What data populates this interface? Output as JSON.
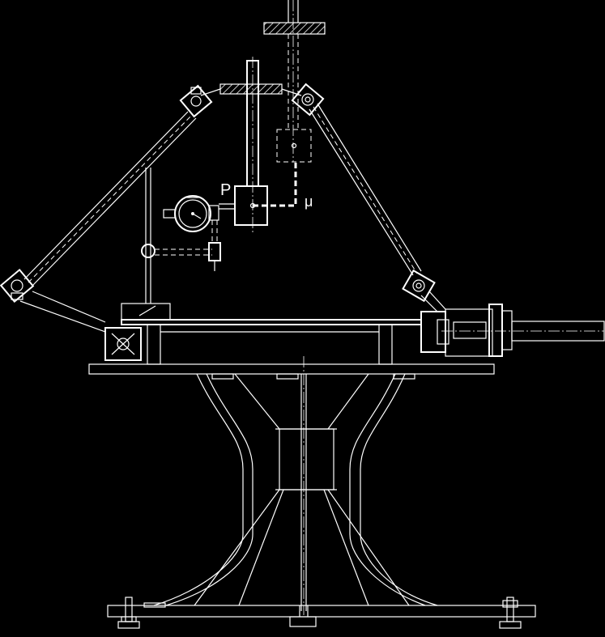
{
  "labels": {
    "force_point": "P",
    "friction_coefficient": "μ"
  },
  "colors": {
    "background": "#000000",
    "line": "#ffffff"
  },
  "components": [
    "frame-stand",
    "table-plate",
    "tripod-arms",
    "dial-gauge",
    "loading-rod",
    "drive-motor",
    "leveling-feet"
  ]
}
